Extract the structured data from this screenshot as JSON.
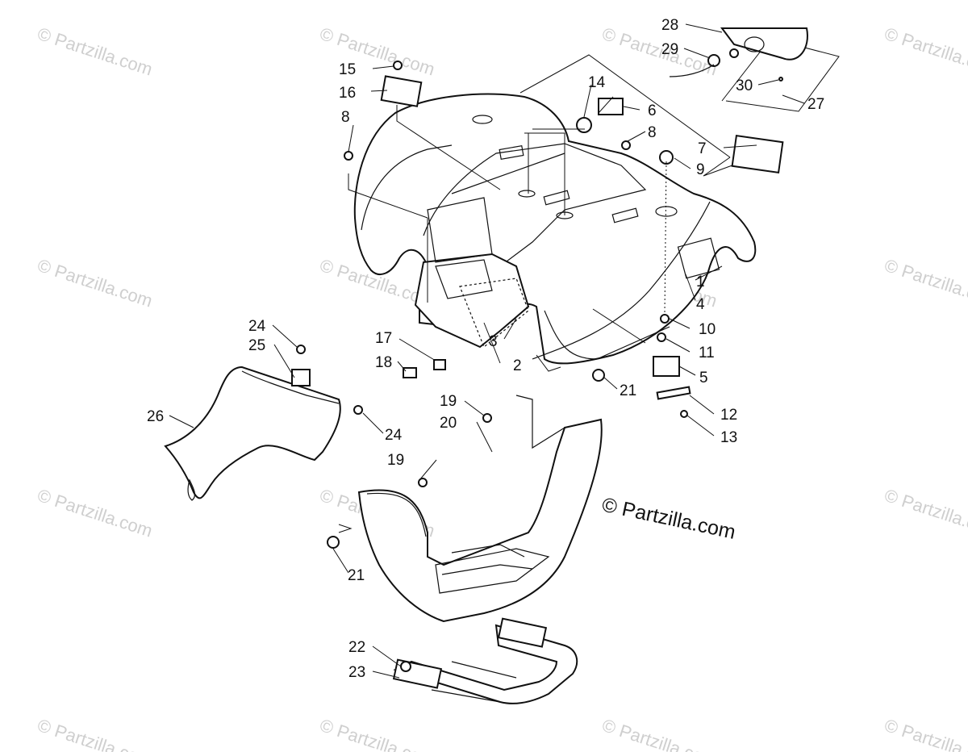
{
  "copyright": "© Partzilla.com",
  "watermark": "© Partzilla.com",
  "callouts": [
    "1",
    "2",
    "3",
    "4",
    "5",
    "6",
    "7",
    "8",
    "8",
    "9",
    "10",
    "11",
    "12",
    "13",
    "14",
    "15",
    "16",
    "17",
    "18",
    "19",
    "19",
    "20",
    "21",
    "21",
    "22",
    "23",
    "24",
    "24",
    "25",
    "26",
    "27",
    "28",
    "29",
    "30"
  ]
}
